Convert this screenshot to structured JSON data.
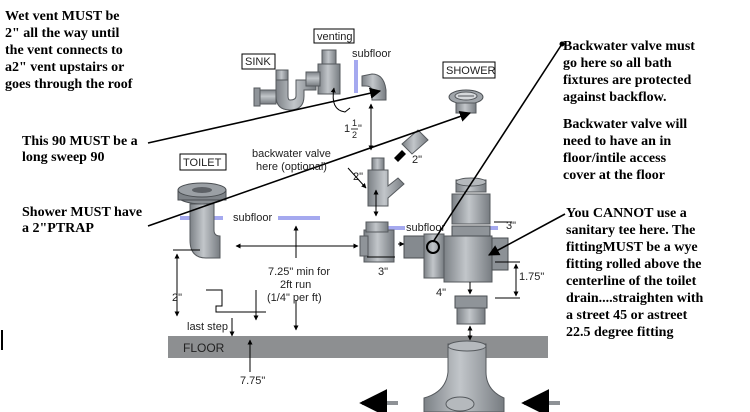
{
  "notes": {
    "wet_vent": [
      "Wet vent MUST be",
      "2\" all the way until",
      "the vent connects to",
      "a2\" vent upstairs or",
      "goes through the roof"
    ],
    "long_sweep": [
      "This 90 MUST be a",
      "long sweep 90"
    ],
    "shower_ptrap": [
      "Shower MUST have",
      "a 2\"PTRAP"
    ],
    "backwater_location": [
      "Backwater valve must",
      "go here so all bath",
      "fixtures are protected",
      "against backflow."
    ],
    "access_cover": [
      "Backwater valve will",
      "need to have an in",
      "floor/intile access",
      "cover at the floor"
    ],
    "no_sanitary_tee": [
      "You CANNOT use a",
      "sanitary tee here.  The",
      "fittingMUST be a wye",
      "fitting rolled above the",
      "centerline of the toilet",
      "drain....straighten with",
      "a street 45 or astreet",
      "22.5 degree fitting"
    ]
  },
  "labels": {
    "sink": "SINK",
    "venting": "venting",
    "shower": "SHOWER",
    "toilet": "TOILET",
    "subfloor_top": "subfloor",
    "subfloor_left": "subfloor",
    "subfloor_right": "subfloor",
    "backwater_optional": [
      "backwater valve",
      "here (optional)"
    ],
    "min_run": [
      "7.25\" min for",
      "2ft run",
      "(1/4\" per ft)"
    ],
    "last_step": "last step",
    "floor": "FLOOR"
  },
  "dimensions": {
    "one": "1",
    "half_num": "1",
    "half_den": "2",
    "two_inch_diag": "2\"",
    "two_inch_wye": "2\"",
    "two_inch_left": "2\"",
    "three_inch_tee": "3\"",
    "three_inch_right": "3\"",
    "one_75": "1.75\"",
    "four_inch": "4\"",
    "seven_75": "7.75\""
  }
}
